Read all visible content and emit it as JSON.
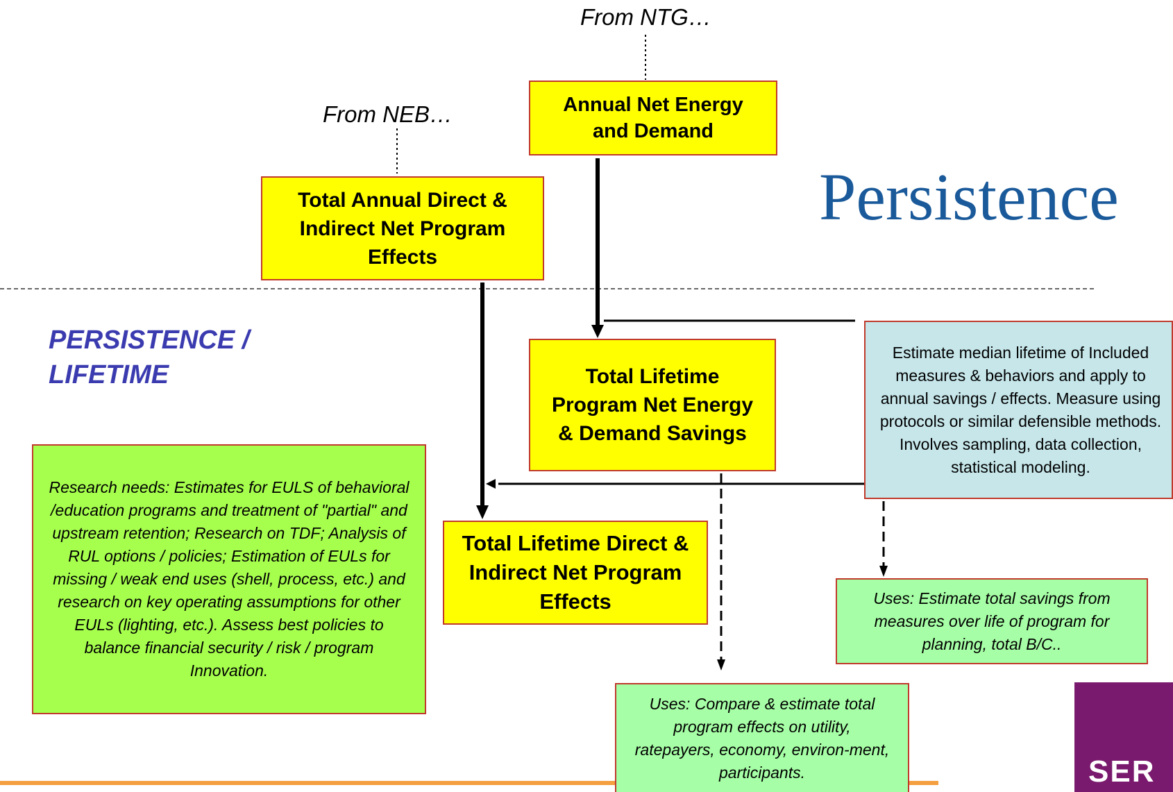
{
  "title": "Persistence",
  "section_label": "PERSISTENCE / LIFETIME",
  "from_ntg": "From NTG…",
  "from_neb": "From NEB…",
  "boxes": {
    "annual_net": "Annual Net Energy and Demand",
    "total_annual_direct": "Total Annual Direct & Indirect Net Program Effects",
    "total_lifetime_program": "Total Lifetime Program Net Energy & Demand Savings",
    "total_lifetime_direct": "Total Lifetime Direct & Indirect Net Program Effects",
    "estimate_median": "Estimate median lifetime of Included measures & behaviors and apply to annual savings / effects. Measure using protocols or similar defensible methods. Involves sampling, data collection, statistical modeling.",
    "research_needs": "Research needs: Estimates for EULS of behavioral /education programs and treatment of \"partial\" and upstream retention; Research on TDF; Analysis of RUL options / policies; Estimation of EULs for missing / weak end uses (shell, process, etc.) and research on key operating assumptions for other EULs (lighting, etc.). Assess best policies to balance financial security / risk / program Innovation.",
    "uses_estimate_total": "Uses: Estimate total savings from measures over life of program for planning, total B/C..",
    "uses_compare": "Uses: Compare & estimate total program effects on utility, ratepayers, economy, environ-ment, participants."
  },
  "brand_text": "SER",
  "colors": {
    "box_yellow": "#ffff00",
    "box_border": "#c0392b",
    "box_lightgreen": "#a6ffa6",
    "box_lime": "#a6ff4d",
    "box_blue": "#c6e6ea",
    "title_blue": "#1a5a9a",
    "section_label": "#3b3bb0",
    "brand_purple": "#7a1a6e",
    "bottom_rule": "#f4a040"
  }
}
